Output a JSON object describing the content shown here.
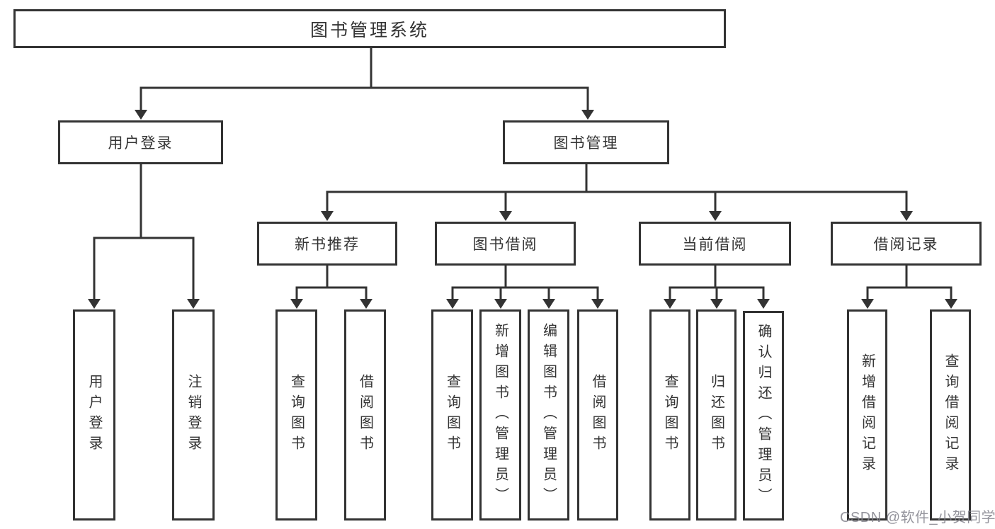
{
  "diagram": {
    "root": {
      "label": "图书管理系统"
    },
    "branches": [
      {
        "label": "用户登录",
        "children": [
          {
            "label": "用户登录"
          },
          {
            "label": "注销登录"
          }
        ]
      },
      {
        "label": "图书管理",
        "children": [
          {
            "label": "新书推荐",
            "children": [
              {
                "label": "查询图书"
              },
              {
                "label": "借阅图书"
              }
            ]
          },
          {
            "label": "图书借阅",
            "children": [
              {
                "label": "查询图书"
              },
              {
                "label": "新增图书（管理员）"
              },
              {
                "label": "编辑图书（管理员）"
              },
              {
                "label": "借阅图书"
              }
            ]
          },
          {
            "label": "当前借阅",
            "children": [
              {
                "label": "查询图书"
              },
              {
                "label": "归还图书"
              },
              {
                "label": "确认归还（管理员）"
              }
            ]
          },
          {
            "label": "借阅记录",
            "children": [
              {
                "label": "新增借阅记录"
              },
              {
                "label": "查询借阅记录"
              }
            ]
          }
        ]
      }
    ],
    "watermark": {
      "text": "CSDN @软件_小贺同学"
    },
    "colors": {
      "line": "#333333",
      "text": "#333333",
      "box_background": "#ffffff",
      "watermark": "#82828c"
    }
  }
}
